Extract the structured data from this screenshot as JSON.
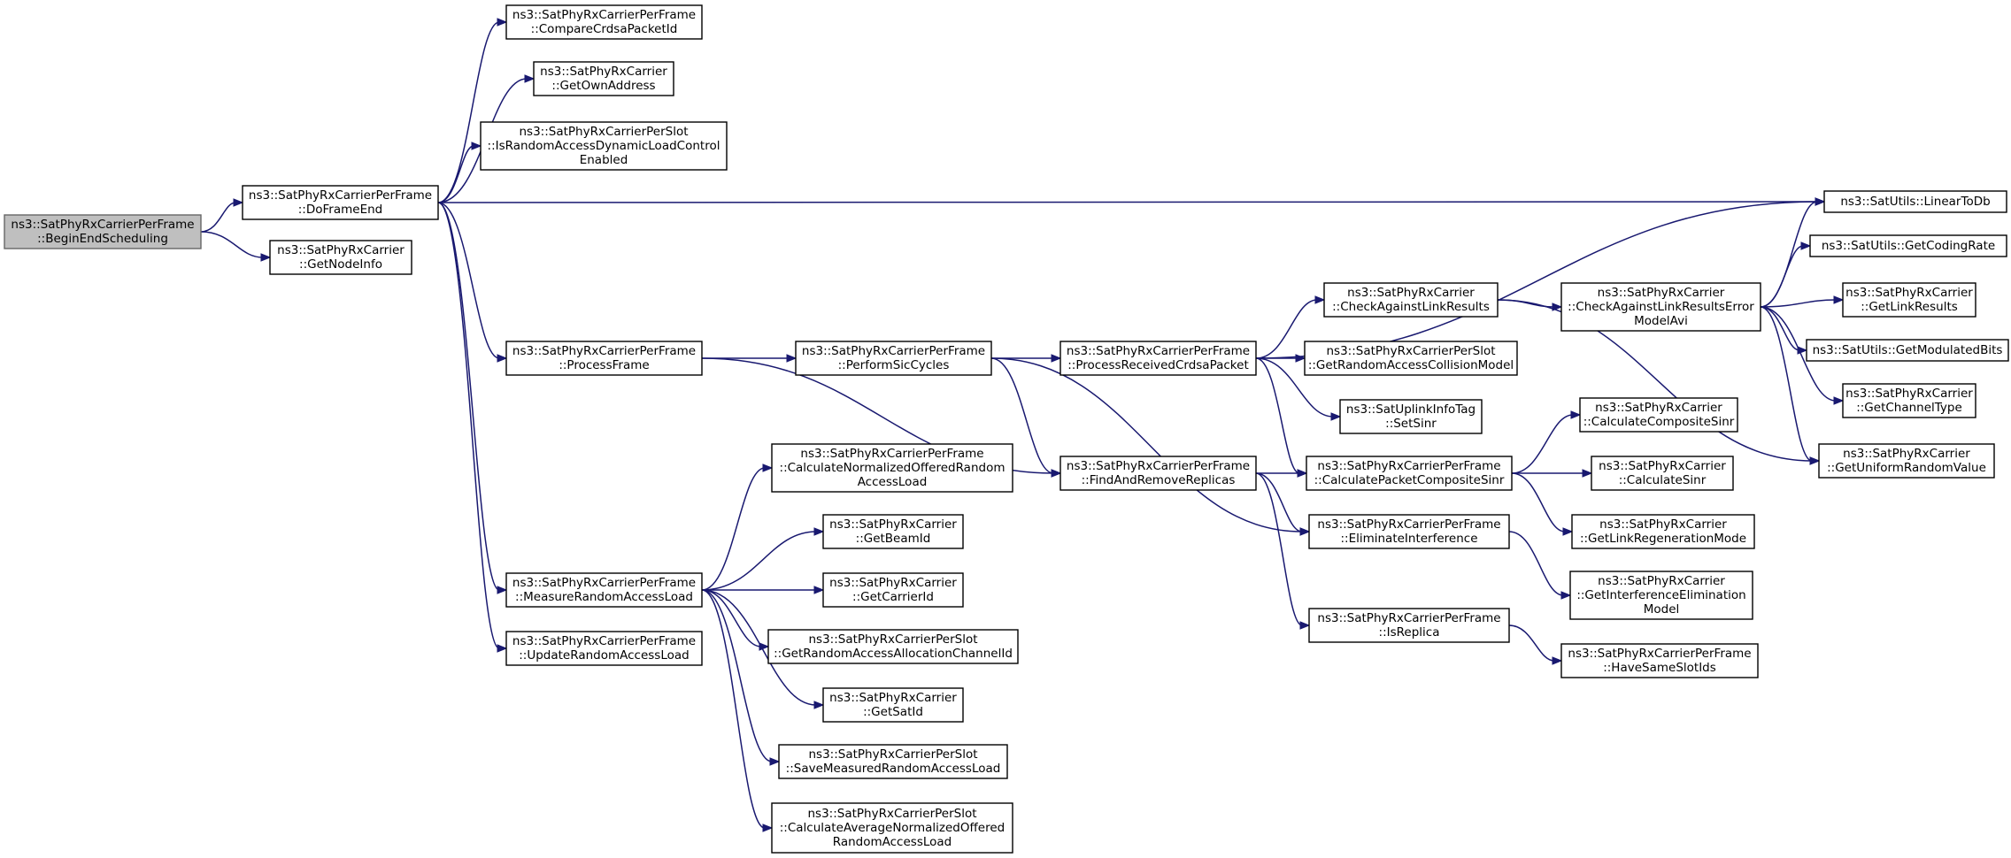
{
  "colors": {
    "edge": "#191970",
    "root_fill": "#bfbfbf",
    "node_fill": "#ffffff",
    "node_border": "#000000"
  },
  "nodes": [
    {
      "id": "beginEnd",
      "lines": [
        "ns3::SatPhyRxCarrierPerFrame",
        "::BeginEndScheduling"
      ],
      "root": true
    },
    {
      "id": "doFrameEnd",
      "lines": [
        "ns3::SatPhyRxCarrierPerFrame",
        "::DoFrameEnd"
      ]
    },
    {
      "id": "getNodeInfo",
      "lines": [
        "ns3::SatPhyRxCarrier",
        "::GetNodeInfo"
      ]
    },
    {
      "id": "compareCrdsa",
      "lines": [
        "ns3::SatPhyRxCarrierPerFrame",
        "::CompareCrdsaPacketId"
      ]
    },
    {
      "id": "getOwnAddress",
      "lines": [
        "ns3::SatPhyRxCarrier",
        "::GetOwnAddress"
      ]
    },
    {
      "id": "isRandomAccess",
      "lines": [
        "ns3::SatPhyRxCarrierPerSlot",
        "::IsRandomAccessDynamicLoadControl",
        "Enabled"
      ]
    },
    {
      "id": "linearToDb",
      "lines": [
        "ns3::SatUtils::LinearToDb"
      ]
    },
    {
      "id": "processFrame",
      "lines": [
        "ns3::SatPhyRxCarrierPerFrame",
        "::ProcessFrame"
      ]
    },
    {
      "id": "performSic",
      "lines": [
        "ns3::SatPhyRxCarrierPerFrame",
        "::PerformSicCycles"
      ]
    },
    {
      "id": "processReceived",
      "lines": [
        "ns3::SatPhyRxCarrierPerFrame",
        "::ProcessReceivedCrdsaPacket"
      ]
    },
    {
      "id": "checkLinkResults",
      "lines": [
        "ns3::SatPhyRxCarrier",
        "::CheckAgainstLinkResults"
      ]
    },
    {
      "id": "checkLinkAvi",
      "lines": [
        "ns3::SatPhyRxCarrier",
        "::CheckAgainstLinkResultsError",
        "ModelAvi"
      ]
    },
    {
      "id": "getCodingRate",
      "lines": [
        "ns3::SatUtils::GetCodingRate"
      ]
    },
    {
      "id": "getLinkResults",
      "lines": [
        "ns3::SatPhyRxCarrier",
        "::GetLinkResults"
      ]
    },
    {
      "id": "getModulatedBits",
      "lines": [
        "ns3::SatUtils::GetModulatedBits"
      ]
    },
    {
      "id": "getChannelType",
      "lines": [
        "ns3::SatPhyRxCarrier",
        "::GetChannelType"
      ]
    },
    {
      "id": "getUniformRandom",
      "lines": [
        "ns3::SatPhyRxCarrier",
        "::GetUniformRandomValue"
      ]
    },
    {
      "id": "getRACollision",
      "lines": [
        "ns3::SatPhyRxCarrierPerSlot",
        "::GetRandomAccessCollisionModel"
      ]
    },
    {
      "id": "setSinr",
      "lines": [
        "ns3::SatUplinkInfoTag",
        "::SetSinr"
      ]
    },
    {
      "id": "calcPacketComposite",
      "lines": [
        "ns3::SatPhyRxCarrierPerFrame",
        "::CalculatePacketCompositeSinr"
      ]
    },
    {
      "id": "calcCompositeSinr",
      "lines": [
        "ns3::SatPhyRxCarrier",
        "::CalculateCompositeSinr"
      ]
    },
    {
      "id": "calcSinr",
      "lines": [
        "ns3::SatPhyRxCarrier",
        "::CalculateSinr"
      ]
    },
    {
      "id": "getLinkRegen",
      "lines": [
        "ns3::SatPhyRxCarrier",
        "::GetLinkRegenerationMode"
      ]
    },
    {
      "id": "eliminateInterference",
      "lines": [
        "ns3::SatPhyRxCarrierPerFrame",
        "::EliminateInterference"
      ]
    },
    {
      "id": "getInterfElim",
      "lines": [
        "ns3::SatPhyRxCarrier",
        "::GetInterferenceElimination",
        "Model"
      ]
    },
    {
      "id": "findAndRemove",
      "lines": [
        "ns3::SatPhyRxCarrierPerFrame",
        "::FindAndRemoveReplicas"
      ]
    },
    {
      "id": "isReplica",
      "lines": [
        "ns3::SatPhyRxCarrierPerFrame",
        "::IsReplica"
      ]
    },
    {
      "id": "haveSameSlotIds",
      "lines": [
        "ns3::SatPhyRxCarrierPerFrame",
        "::HaveSameSlotIds"
      ]
    },
    {
      "id": "calcNormalizedOffered",
      "lines": [
        "ns3::SatPhyRxCarrierPerFrame",
        "::CalculateNormalizedOfferedRandom",
        "AccessLoad"
      ]
    },
    {
      "id": "getBeamId",
      "lines": [
        "ns3::SatPhyRxCarrier",
        "::GetBeamId"
      ]
    },
    {
      "id": "measureRA",
      "lines": [
        "ns3::SatPhyRxCarrierPerFrame",
        "::MeasureRandomAccessLoad"
      ]
    },
    {
      "id": "getCarrierId",
      "lines": [
        "ns3::SatPhyRxCarrier",
        "::GetCarrierId"
      ]
    },
    {
      "id": "getRAAllocChannel",
      "lines": [
        "ns3::SatPhyRxCarrierPerSlot",
        "::GetRandomAccessAllocationChannelId"
      ]
    },
    {
      "id": "updateRA",
      "lines": [
        "ns3::SatPhyRxCarrierPerFrame",
        "::UpdateRandomAccessLoad"
      ]
    },
    {
      "id": "getSatId",
      "lines": [
        "ns3::SatPhyRxCarrier",
        "::GetSatId"
      ]
    },
    {
      "id": "saveMeasured",
      "lines": [
        "ns3::SatPhyRxCarrierPerSlot",
        "::SaveMeasuredRandomAccessLoad"
      ]
    },
    {
      "id": "calcAverage",
      "lines": [
        "ns3::SatPhyRxCarrierPerSlot",
        "::CalculateAverageNormalizedOffered",
        "RandomAccessLoad"
      ]
    }
  ],
  "edges": [
    [
      "beginEnd",
      "doFrameEnd"
    ],
    [
      "beginEnd",
      "getNodeInfo"
    ],
    [
      "doFrameEnd",
      "compareCrdsa"
    ],
    [
      "doFrameEnd",
      "getOwnAddress"
    ],
    [
      "doFrameEnd",
      "isRandomAccess"
    ],
    [
      "doFrameEnd",
      "linearToDb"
    ],
    [
      "doFrameEnd",
      "processFrame"
    ],
    [
      "doFrameEnd",
      "measureRA"
    ],
    [
      "doFrameEnd",
      "updateRA"
    ],
    [
      "processFrame",
      "performSic"
    ],
    [
      "processFrame",
      "findAndRemove"
    ],
    [
      "performSic",
      "processReceived"
    ],
    [
      "performSic",
      "findAndRemove"
    ],
    [
      "performSic",
      "eliminateInterference"
    ],
    [
      "processReceived",
      "linearToDb"
    ],
    [
      "processReceived",
      "checkLinkResults"
    ],
    [
      "processReceived",
      "getRACollision"
    ],
    [
      "processReceived",
      "setSinr"
    ],
    [
      "processReceived",
      "calcPacketComposite"
    ],
    [
      "checkLinkResults",
      "checkLinkAvi"
    ],
    [
      "checkLinkResults",
      "getUniformRandom"
    ],
    [
      "checkLinkAvi",
      "linearToDb"
    ],
    [
      "checkLinkAvi",
      "getCodingRate"
    ],
    [
      "checkLinkAvi",
      "getLinkResults"
    ],
    [
      "checkLinkAvi",
      "getModulatedBits"
    ],
    [
      "checkLinkAvi",
      "getChannelType"
    ],
    [
      "checkLinkAvi",
      "getUniformRandom"
    ],
    [
      "findAndRemove",
      "calcPacketComposite"
    ],
    [
      "findAndRemove",
      "eliminateInterference"
    ],
    [
      "findAndRemove",
      "isReplica"
    ],
    [
      "calcPacketComposite",
      "calcCompositeSinr"
    ],
    [
      "calcPacketComposite",
      "calcSinr"
    ],
    [
      "calcPacketComposite",
      "getLinkRegen"
    ],
    [
      "eliminateInterference",
      "getInterfElim"
    ],
    [
      "isReplica",
      "haveSameSlotIds"
    ],
    [
      "measureRA",
      "calcNormalizedOffered"
    ],
    [
      "measureRA",
      "getBeamId"
    ],
    [
      "measureRA",
      "getCarrierId"
    ],
    [
      "measureRA",
      "getRAAllocChannel"
    ],
    [
      "measureRA",
      "getSatId"
    ],
    [
      "measureRA",
      "saveMeasured"
    ],
    [
      "measureRA",
      "calcAverage"
    ]
  ]
}
